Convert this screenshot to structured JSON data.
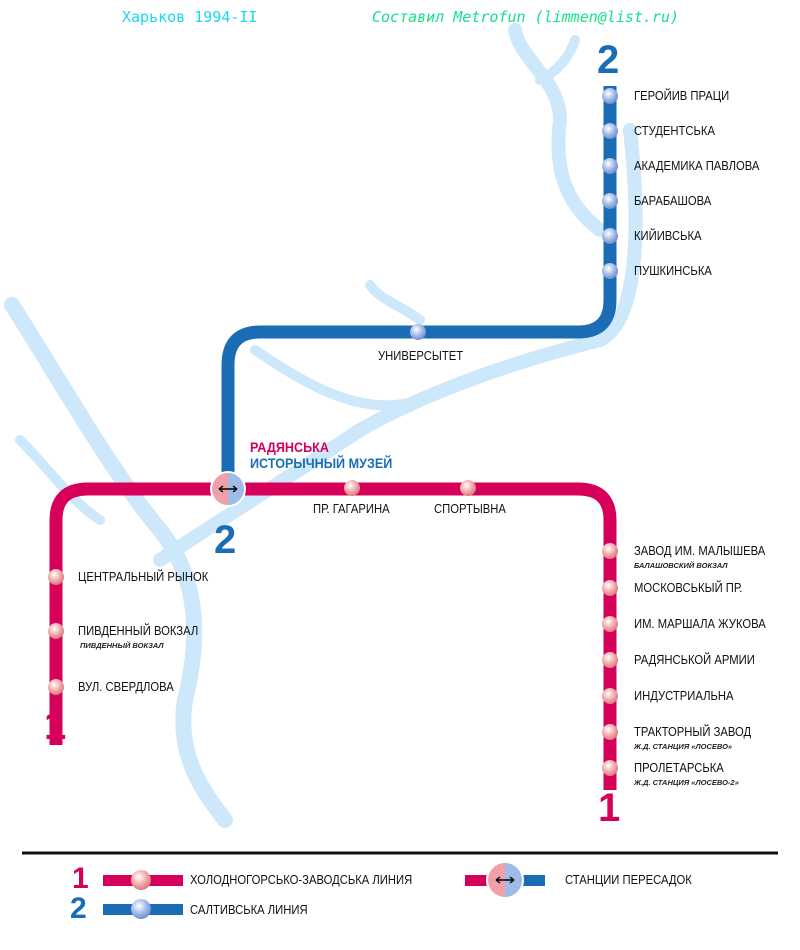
{
  "header": {
    "title": "Харьков 1994-II",
    "credit": "Составил Metrofun (limmen@list.ru)"
  },
  "colors": {
    "line1": "#d6005a",
    "line2": "#1a6db5",
    "river": "#cde8fa"
  },
  "line_numbers": {
    "line1": "1",
    "line2": "2"
  },
  "transfer": {
    "line1_name": "РАДЯНСЬКА",
    "line2_name": "ИСТОРЫЧНЫЙ МУЗЕЙ",
    "icon": "double-arrow-icon"
  },
  "line2_stations": [
    "ГЕРОЙИВ ПРАЦИ",
    "СТУДЕНТСЬКА",
    "АКАДЕМИКА ПАВЛОВА",
    "БАРАБАШОВА",
    "КИЙИВСЬКА",
    "ПУШКИНСЬКА",
    "УНИВЕРСЫТЕТ"
  ],
  "line1_stations": [
    {
      "name": "ПР. ГАГАРИНА"
    },
    {
      "name": "СПОРТЫВНА"
    },
    {
      "name": "ЗАВОД ИМ. МАЛЫШЕВА",
      "sub": "БАЛАШОВСКИЙ ВОКЗАЛ"
    },
    {
      "name": "МОСКОВСЬКЫЙ ПР."
    },
    {
      "name": "ИМ. МАРШАЛА ЖУКОВА"
    },
    {
      "name": "РАДЯНСЬКОЙ АРМИИ"
    },
    {
      "name": "ИНДУСТРИАЛЬНА"
    },
    {
      "name": "ТРАКТОРНЫЙ ЗАВОД",
      "sub": "Ж.Д. СТАНЦИЯ «ЛОСЕВО»"
    },
    {
      "name": "ПРОЛЕТАРСЬКА",
      "sub": "Ж.Д. СТАНЦИЯ «ЛОСЕВО-2»"
    },
    {
      "name": "ЦЕНТРАЛЬНЫЙ РЫНОК"
    },
    {
      "name": "ПИВДЕННЫЙ ВОКЗАЛ",
      "sub": "ПИВДЕННЫЙ ВОКЗАЛ"
    },
    {
      "name": "ВУЛ. СВЕРДЛОВА"
    }
  ],
  "legend": {
    "line1": "ХОЛОДНОГОРСЬКО-ЗАВОДСЬКА ЛИНИЯ",
    "line2": "САЛТИВСЬКА ЛИНИЯ",
    "transfer": "СТАНЦИИ ПЕРЕСАДОК"
  }
}
